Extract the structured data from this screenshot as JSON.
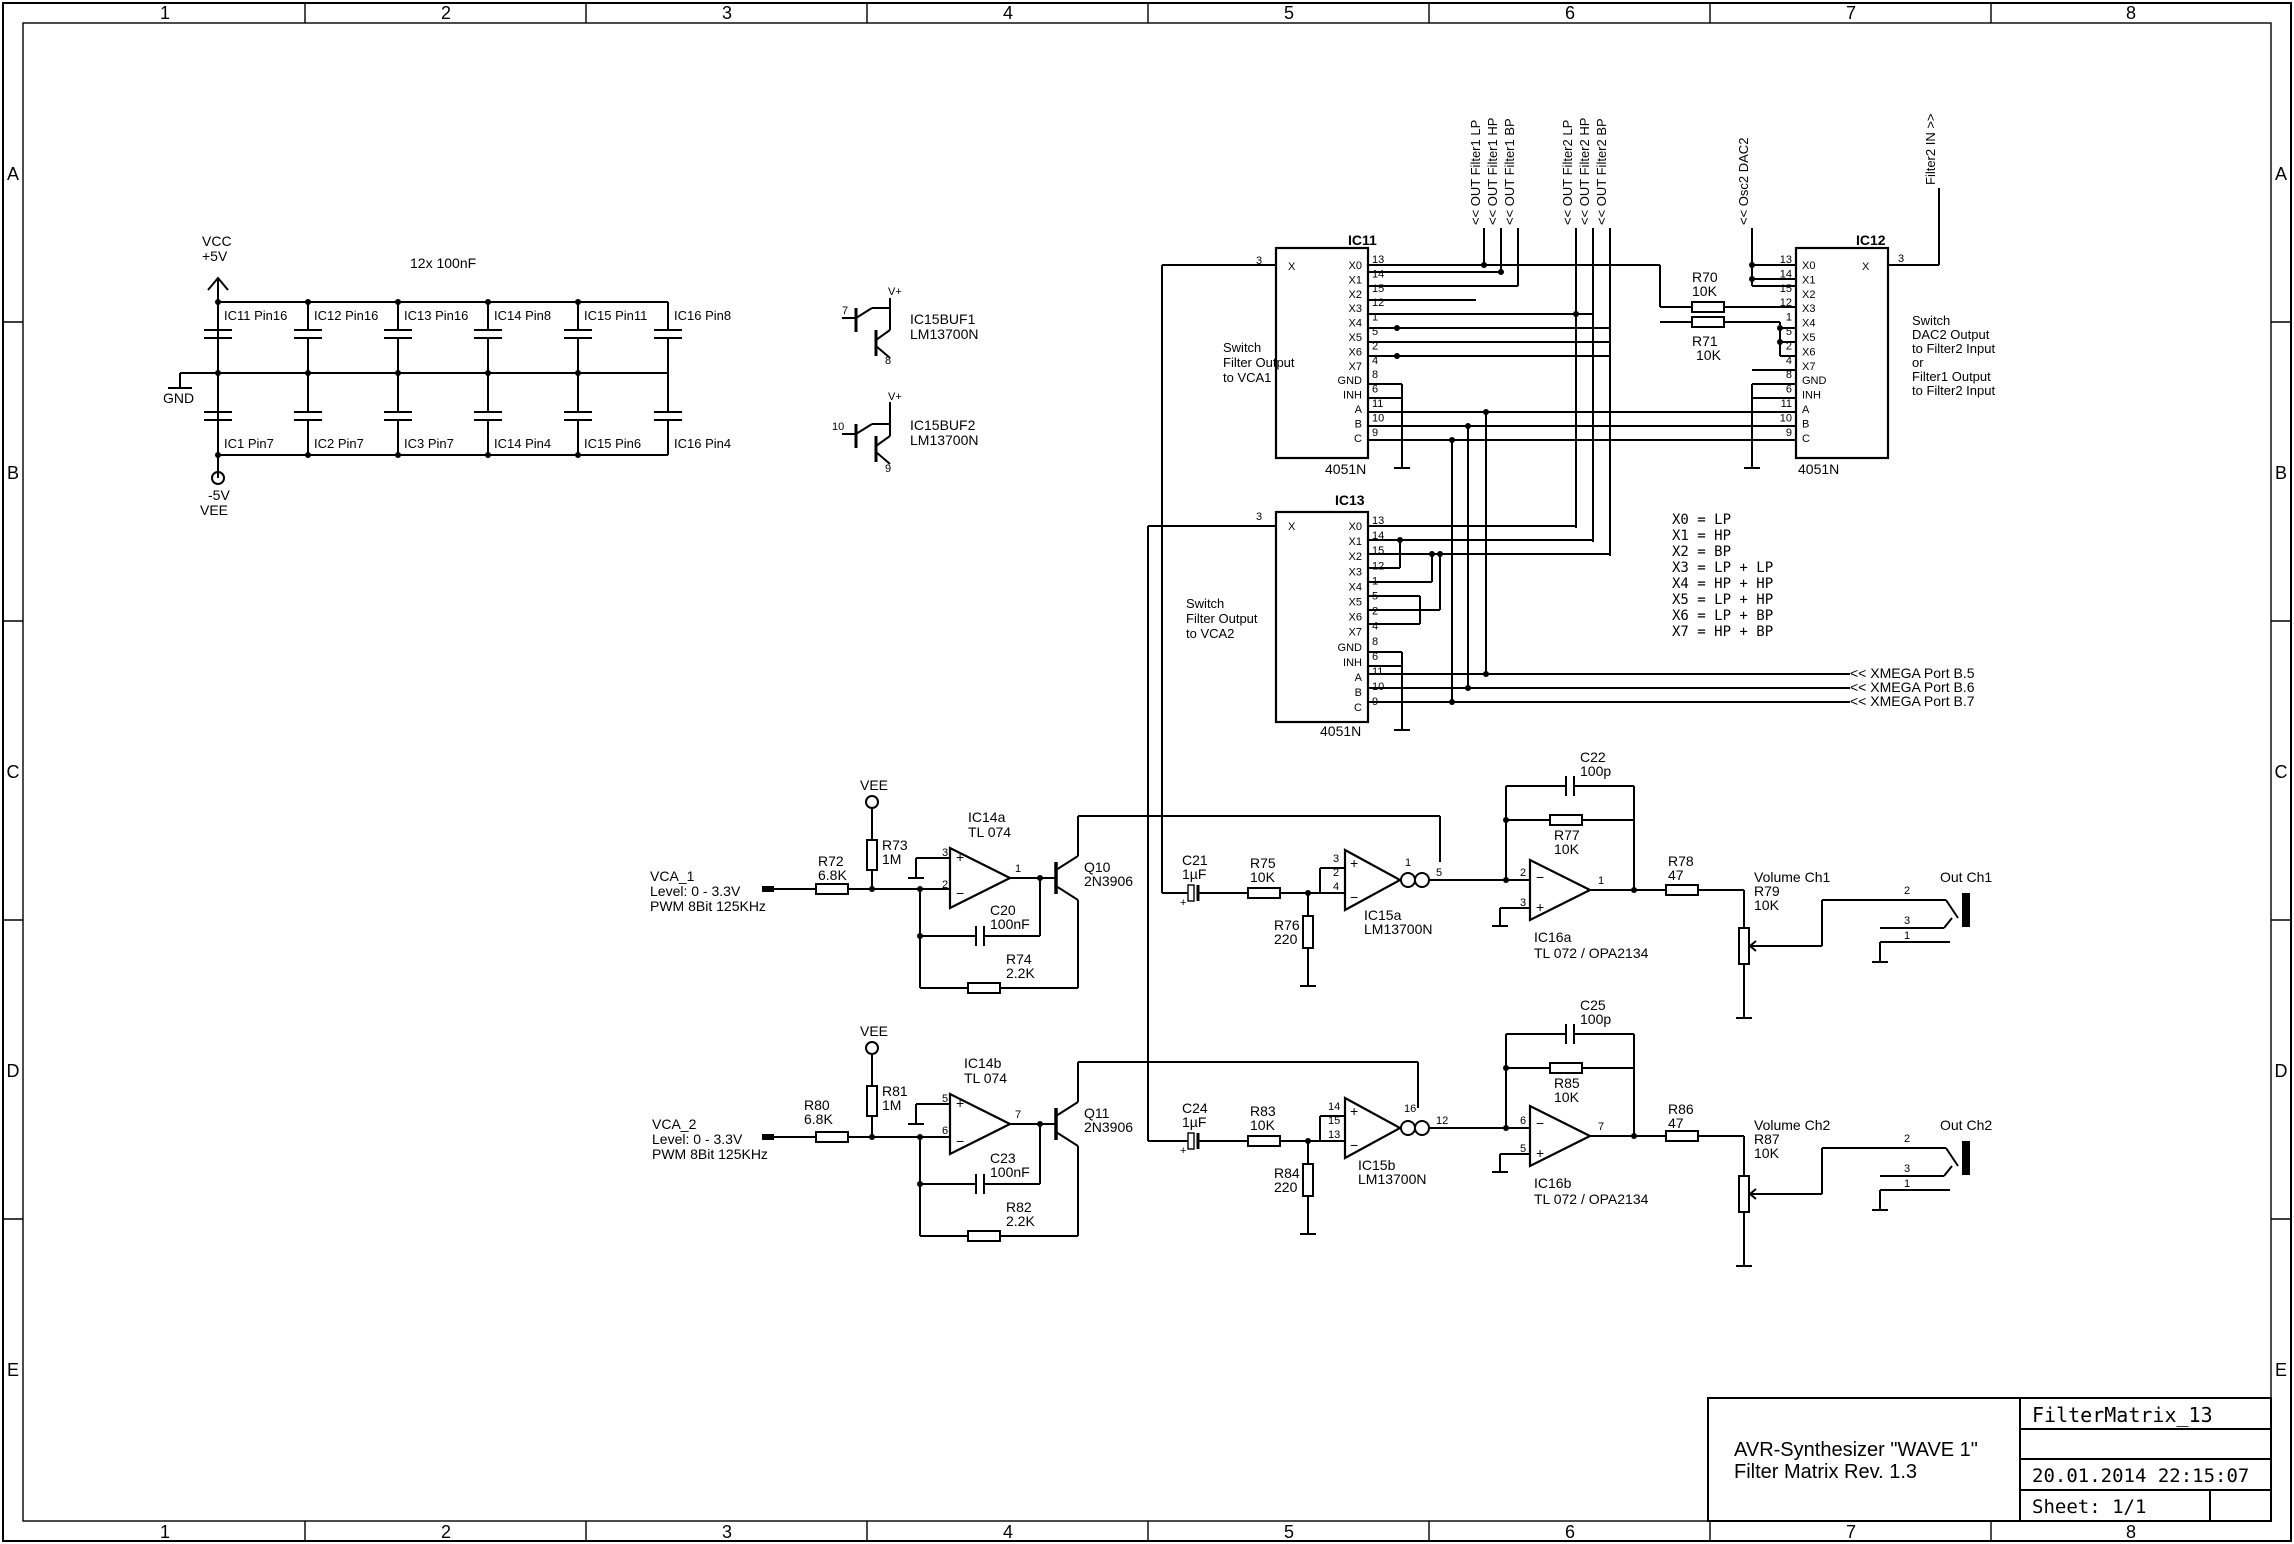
{
  "frame": {
    "columns": [
      "1",
      "2",
      "3",
      "4",
      "5",
      "6",
      "7",
      "8"
    ],
    "rows": [
      "A",
      "B",
      "C",
      "D",
      "E"
    ]
  },
  "title_block": {
    "title_line1": "AVR-Synthesizer \"WAVE 1\"",
    "title_line2": "Filter Matrix  Rev. 1.3",
    "filename": "FilterMatrix_13",
    "datetime": "20.01.2014  22:15:07",
    "sheet": "Sheet: 1/1"
  },
  "power": {
    "vcc_name": "VCC",
    "vcc_value": "+5V",
    "vee_value": "-5V",
    "vee_name": "VEE",
    "gnd": "GND",
    "cap_note": "12x 100nF",
    "top_caps": [
      "IC11 Pin16",
      "IC12 Pin16",
      "IC13 Pin16",
      "IC14 Pin8",
      "IC15 Pin11",
      "IC16 Pin8"
    ],
    "bottom_caps": [
      "IC1 Pin7",
      "IC2 Pin7",
      "IC3 Pin7",
      "IC14 Pin4",
      "IC15 Pin6",
      "IC16 Pin4"
    ]
  },
  "buffers": [
    {
      "name": "IC15BUF1",
      "part": "LM13700N",
      "pin_in": "7",
      "pin_out": "8",
      "supply": "V+"
    },
    {
      "name": "IC15BUF2",
      "part": "LM13700N",
      "pin_in": "10",
      "pin_out": "9",
      "supply": "V+"
    }
  ],
  "mux_ics": {
    "pins_left": [
      "X0",
      "X1",
      "X2",
      "X3",
      "X4",
      "X5",
      "X6",
      "X7",
      "GND",
      "INH",
      "A",
      "B",
      "C"
    ],
    "pin_numbers": [
      "13",
      "14",
      "15",
      "12",
      "1",
      "5",
      "2",
      "4",
      "8",
      "6",
      "11",
      "10",
      "9"
    ],
    "ic11": {
      "name": "IC11",
      "part": "4051N",
      "x_label": "X",
      "x_pin": "3",
      "desc": [
        "Switch",
        "Filter Output",
        "to VCA1"
      ]
    },
    "ic12": {
      "name": "IC12",
      "part": "4051N",
      "x_label": "X",
      "x_pin": "3",
      "desc": [
        "Switch",
        "DAC2 Output",
        "to Filter2 Input",
        "or",
        "Filter1 Output",
        "to Filter2 Input"
      ]
    },
    "ic13": {
      "name": "IC13",
      "part": "4051N",
      "x_label": "X",
      "x_pin": "3",
      "desc": [
        "Switch",
        "Filter Output",
        "to VCA2"
      ]
    }
  },
  "signals_top": [
    "<< OUT Filter1 LP",
    "<< OUT Filter1 HP",
    "<< OUT Filter1 BP",
    "<< OUT Filter2 LP",
    "<< OUT Filter2 HP",
    "<< OUT Filter2 BP",
    "<< Osc2 DAC2",
    "Filter2 IN >>"
  ],
  "resistors_mux": [
    {
      "name": "R70",
      "value": "10K"
    },
    {
      "name": "R71",
      "value": "10K"
    }
  ],
  "truth_table": [
    "X0 = LP",
    "X1 = HP",
    "X2 = BP",
    "X3 = LP + LP",
    "X4 = HP + HP",
    "X5 = LP + HP",
    "X6 = LP + BP",
    "X7 = HP + BP"
  ],
  "xmega_ports": [
    "<<  XMEGA Port B.5",
    "<<  XMEGA Port B.6",
    "<<  XMEGA Port B.7"
  ],
  "vca1": {
    "input": [
      "VCA_1",
      "Level: 0 - 3.3V",
      "PWM 8Bit 125KHz"
    ],
    "vee": "VEE",
    "R72": [
      "R72",
      "6.8K"
    ],
    "R73": [
      "R73",
      "1M"
    ],
    "opamp": [
      "IC14a",
      "TL 074"
    ],
    "op_pins": [
      "3",
      "2",
      "1"
    ],
    "C20": [
      "C20",
      "100nF"
    ],
    "R74": [
      "R74",
      "2.2K"
    ],
    "Q": [
      "Q10",
      "2N3906"
    ],
    "C21": [
      "C21",
      "1µF"
    ],
    "R75": [
      "R75",
      "10K"
    ],
    "R76": [
      "R76",
      "220"
    ],
    "ota": [
      "IC15a",
      "LM13700N"
    ],
    "ota_pins": [
      "3",
      "2",
      "4",
      "1",
      "5"
    ],
    "C22": [
      "C22",
      "100p"
    ],
    "R77": [
      "R77",
      "10K"
    ],
    "opamp2": [
      "IC16a",
      "TL 072 / OPA2134"
    ],
    "op2_pins": [
      "2",
      "3",
      "1"
    ],
    "R78": [
      "R78",
      "47"
    ],
    "vol": [
      "Volume Ch1",
      "R79",
      "10K"
    ],
    "out": "Out Ch1",
    "jack_pins": [
      "2",
      "3",
      "1"
    ]
  },
  "vca2": {
    "input": [
      "VCA_2",
      "Level: 0 - 3.3V",
      "PWM 8Bit 125KHz"
    ],
    "vee": "VEE",
    "R80": [
      "R80",
      "6.8K"
    ],
    "R81": [
      "R81",
      "1M"
    ],
    "opamp": [
      "IC14b",
      "TL 074"
    ],
    "op_pins": [
      "5",
      "6",
      "7"
    ],
    "C23": [
      "C23",
      "100nF"
    ],
    "R82": [
      "R82",
      "2.2K"
    ],
    "Q": [
      "Q11",
      "2N3906"
    ],
    "C24": [
      "C24",
      "1µF"
    ],
    "R83": [
      "R83",
      "10K"
    ],
    "R84": [
      "R84",
      "220"
    ],
    "ota": [
      "IC15b",
      "LM13700N"
    ],
    "ota_pins": [
      "14",
      "15",
      "13",
      "16",
      "12"
    ],
    "C25": [
      "C25",
      "100p"
    ],
    "R85": [
      "R85",
      "10K"
    ],
    "opamp2": [
      "IC16b",
      "TL 072 / OPA2134"
    ],
    "op2_pins": [
      "6",
      "5",
      "7"
    ],
    "R86": [
      "R86",
      "47"
    ],
    "vol": [
      "Volume Ch2",
      "R87",
      "10K"
    ],
    "out": "Out Ch2",
    "jack_pins": [
      "2",
      "3",
      "1"
    ]
  }
}
